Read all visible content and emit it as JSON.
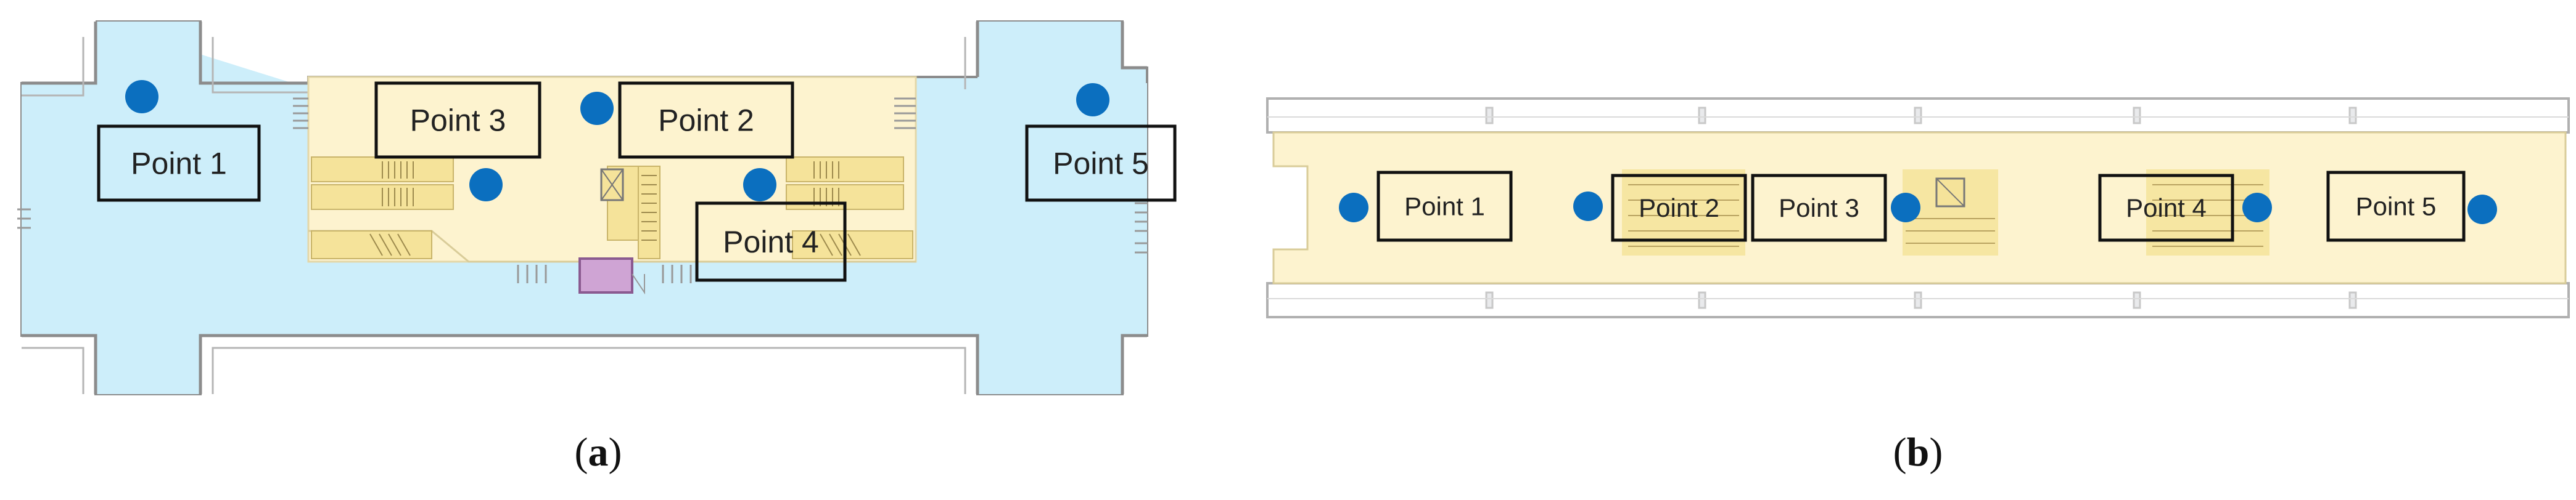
{
  "panels": [
    {
      "caption": "a",
      "points": [
        "Point 1",
        "Point 2",
        "Point 3",
        "Point 4",
        "Point 5"
      ]
    },
    {
      "caption": "b",
      "points": [
        "Point 1",
        "Point 2",
        "Point 3",
        "Point 4",
        "Point 5"
      ]
    }
  ],
  "colors": {
    "concourse_blue": "#cdeefa",
    "platform_yellow": "#fdf3cf",
    "stair_yellow": "#f5e39a",
    "marker_blue": "#0b6fbf",
    "room_purple": "#cfa4d4",
    "wall_gray": "#8c8c8c"
  }
}
